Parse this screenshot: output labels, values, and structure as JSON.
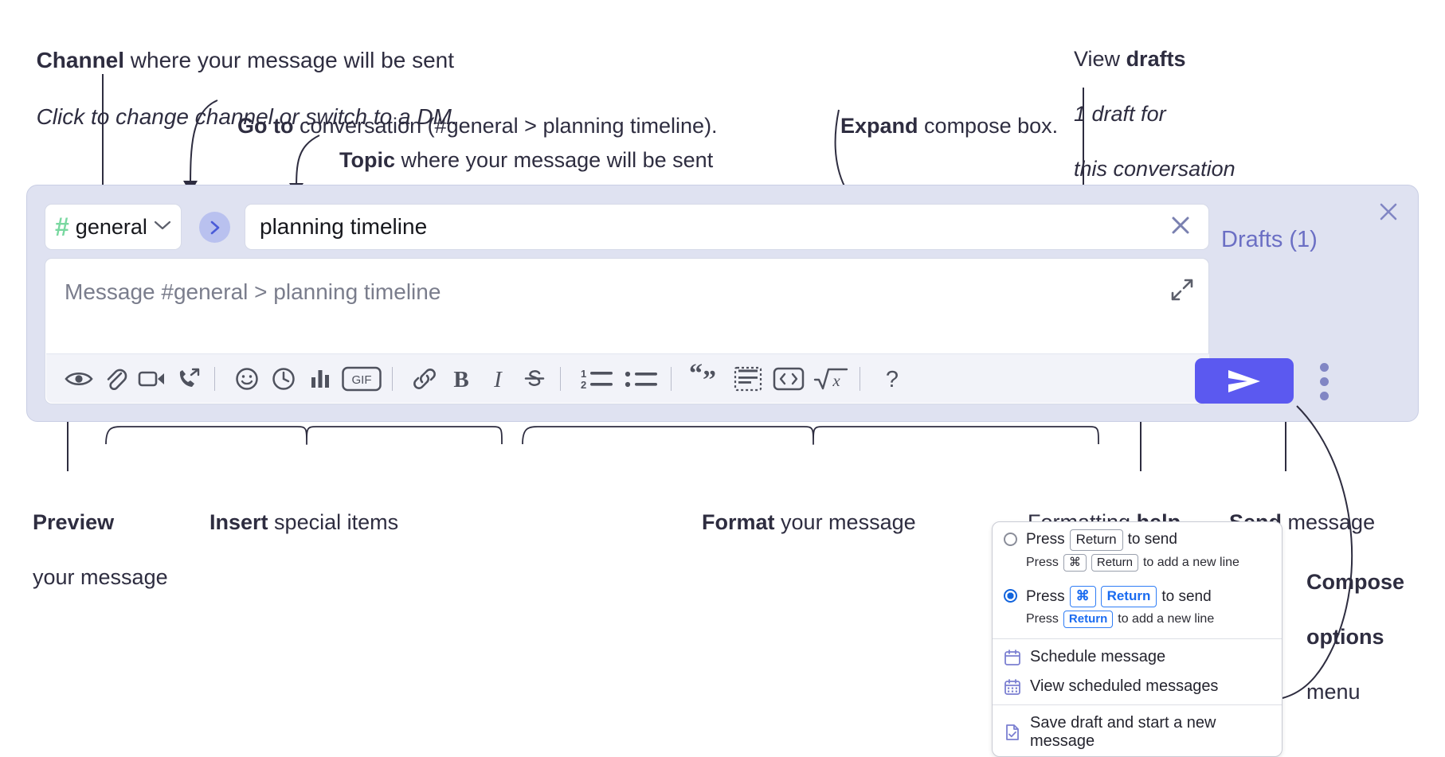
{
  "annotations": {
    "channel": {
      "bold": "Channel",
      "rest": " where your message will be sent",
      "italic": "Click to change channel or switch to a DM."
    },
    "goto": {
      "bold": "Go to",
      "rest": " conversation (#general > planning timeline)."
    },
    "topic": {
      "bold": "Topic",
      "rest": " where your message will be sent"
    },
    "expand": {
      "bold": "Expand",
      "rest": " compose box."
    },
    "drafts": {
      "lead": "View ",
      "bold": "drafts",
      "italic1": "1 draft for",
      "italic2": "this conversation"
    },
    "preview": {
      "bold": "Preview",
      "line2": "your message"
    },
    "insert": {
      "bold": "Insert",
      "rest": " special items"
    },
    "format": {
      "bold": "Format",
      "rest": " your message"
    },
    "help": {
      "lead": "Formatting ",
      "bold": "help"
    },
    "send": {
      "bold": "Send",
      "rest": " message"
    },
    "compose_options": {
      "bold1": "Compose",
      "bold2": "options",
      "rest": "menu"
    }
  },
  "composer": {
    "channel_chip": {
      "hash": "#",
      "label": "general",
      "chevron_icon": "chevron-down-icon"
    },
    "goto_button": {
      "icon": "chevron-right-icon"
    },
    "topic_field": {
      "value": "planning timeline",
      "clear_icon": "close-icon"
    },
    "message_input": {
      "placeholder": "Message #general > planning timeline",
      "value": "",
      "expand_icon": "expand-icon"
    },
    "toolbar": [
      {
        "name": "preview-button",
        "icon": "eye-icon",
        "label": "Preview"
      },
      {
        "name": "attach-button",
        "icon": "paperclip-icon",
        "label": "Attach file"
      },
      {
        "name": "video-button",
        "icon": "video-camera-icon",
        "label": "Record video clip"
      },
      {
        "name": "audio-button",
        "icon": "phone-arrow-icon",
        "label": "Record audio clip"
      },
      {
        "name": "separator-1",
        "icon": "separator",
        "label": ""
      },
      {
        "name": "emoji-button",
        "icon": "smiley-icon",
        "label": "Emoji"
      },
      {
        "name": "reminder-button",
        "icon": "clock-icon",
        "label": "Clock"
      },
      {
        "name": "poll-button",
        "icon": "bar-chart-icon",
        "label": "Poll"
      },
      {
        "name": "gif-button",
        "icon": "gif-icon",
        "label": "GIF"
      },
      {
        "name": "separator-2",
        "icon": "separator",
        "label": ""
      },
      {
        "name": "link-button",
        "icon": "link-icon",
        "label": "Link"
      },
      {
        "name": "bold-button",
        "icon": "bold-icon",
        "label": "B"
      },
      {
        "name": "italic-button",
        "icon": "italic-icon",
        "label": "I"
      },
      {
        "name": "strikethrough-button",
        "icon": "strikethrough-icon",
        "label": "S"
      },
      {
        "name": "separator-3",
        "icon": "separator",
        "label": ""
      },
      {
        "name": "ordered-list-button",
        "icon": "ordered-list-icon",
        "label": "1 2"
      },
      {
        "name": "bulleted-list-button",
        "icon": "bulleted-list-icon",
        "label": ""
      },
      {
        "name": "separator-4",
        "icon": "separator",
        "label": ""
      },
      {
        "name": "blockquote-button",
        "icon": "quote-icon",
        "label": ""
      },
      {
        "name": "code-block-button",
        "icon": "code-block-icon",
        "label": ""
      },
      {
        "name": "inline-code-button",
        "icon": "angle-brackets-icon",
        "label": "<>"
      },
      {
        "name": "math-button",
        "icon": "square-root-icon",
        "label": "√x"
      },
      {
        "name": "separator-5",
        "icon": "separator",
        "label": ""
      },
      {
        "name": "formatting-help-button",
        "icon": "question-mark-icon",
        "label": "?"
      }
    ],
    "drafts_label": "Drafts (1)",
    "send_button": {
      "icon": "paper-plane-icon"
    },
    "options_button": {
      "icon": "kebab-menu-icon"
    },
    "close_button": {
      "icon": "close-icon"
    }
  },
  "menu": {
    "options": [
      {
        "selected": false,
        "pre": "Press",
        "keys": [
          "Return"
        ],
        "post": "to send",
        "sub_pre": "Press",
        "sub_keys": [
          "⌘",
          "Return"
        ],
        "sub_post": "to add a new line"
      },
      {
        "selected": true,
        "pre": "Press",
        "keys": [
          "⌘",
          "Return"
        ],
        "post": "to send",
        "sub_pre": "Press",
        "sub_keys": [
          "Return"
        ],
        "sub_post": "to add a new line"
      }
    ],
    "items": [
      {
        "icon": "calendar-icon",
        "label": "Schedule message"
      },
      {
        "icon": "calendar-grid-icon",
        "label": "View scheduled messages"
      },
      {
        "icon": "save-draft-icon",
        "label": "Save draft and start a new message"
      }
    ]
  },
  "colors": {
    "accent": "#5b59f0",
    "panel": "#dfe2f1",
    "hash_green": "#79d8a0",
    "drafts_text": "#6b6fc4",
    "key_blue": "#1a6bf0"
  }
}
